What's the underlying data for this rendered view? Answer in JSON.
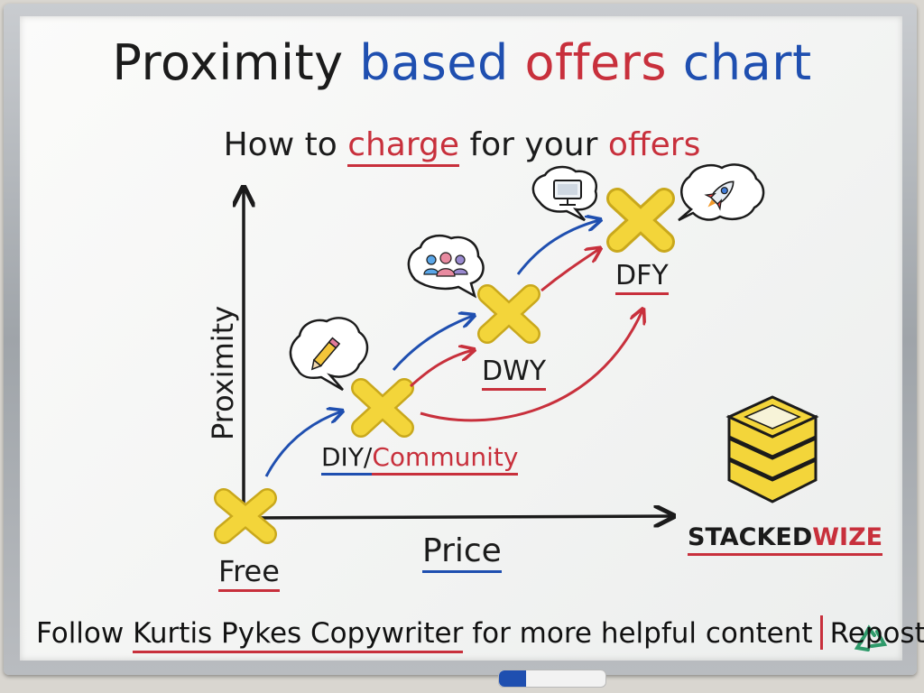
{
  "title": {
    "word1": "Proximity",
    "word2": "based",
    "word3": "offers",
    "word4": "chart"
  },
  "subtitle": {
    "part1": "How to",
    "part2": "charge",
    "part3": "for your",
    "part4": "offers"
  },
  "axes": {
    "y_label": "Proximity",
    "x_label": "Price"
  },
  "stages": {
    "free": "Free",
    "diy": "DIY/",
    "community": "Community",
    "dwy": "DWY",
    "dfy": "DFY"
  },
  "bubbles": {
    "diy": "pencil-icon",
    "dwy": "people-icon",
    "dfy_left": "computer-icon",
    "dfy_right": "rocket-icon"
  },
  "brand": {
    "part1": "STACKED",
    "part2": "WIZE"
  },
  "footer": {
    "part1": "Follow",
    "part2": "Kurtis Pykes Copywriter",
    "part3": "for more helpful content",
    "part4": "Repost",
    "icon": "recycle-icon"
  },
  "colors": {
    "ink_black": "#1b1b1b",
    "ink_blue": "#1f4fb0",
    "ink_red": "#c8303c",
    "marker_yellow": "#f3d53a"
  }
}
